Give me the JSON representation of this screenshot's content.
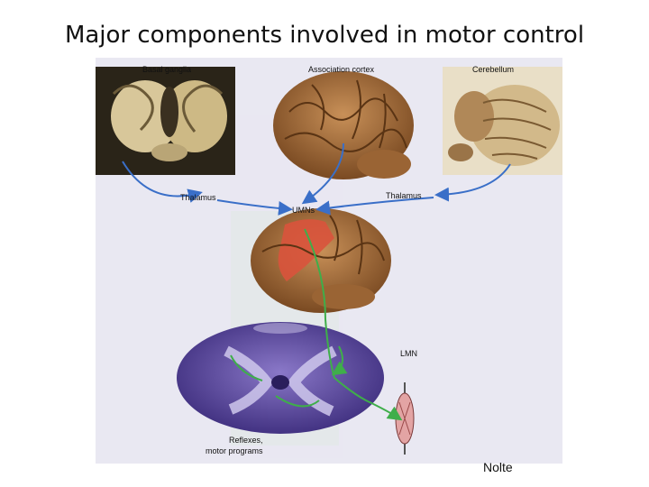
{
  "slide": {
    "title": "Major components involved in motor control",
    "credit": "Nolte"
  },
  "figure": {
    "labels": {
      "basal_ganglia": "Basal ganglia",
      "association_cortex": "Association cortex",
      "cerebellum": "Cerebellum",
      "thalamus_left": "Thalamus",
      "thalamus_right": "Thalamus",
      "umns": "UMNs",
      "lmn": "LMN",
      "reflexes": "Reflexes,",
      "motor_programs": "motor programs"
    },
    "colors": {
      "arrow": "#3a6fc8",
      "pathway": "#3fae4a",
      "umn_region": "#d9533c",
      "brain": "#b07a45",
      "spinal_cord": "#5a4a9c"
    }
  }
}
